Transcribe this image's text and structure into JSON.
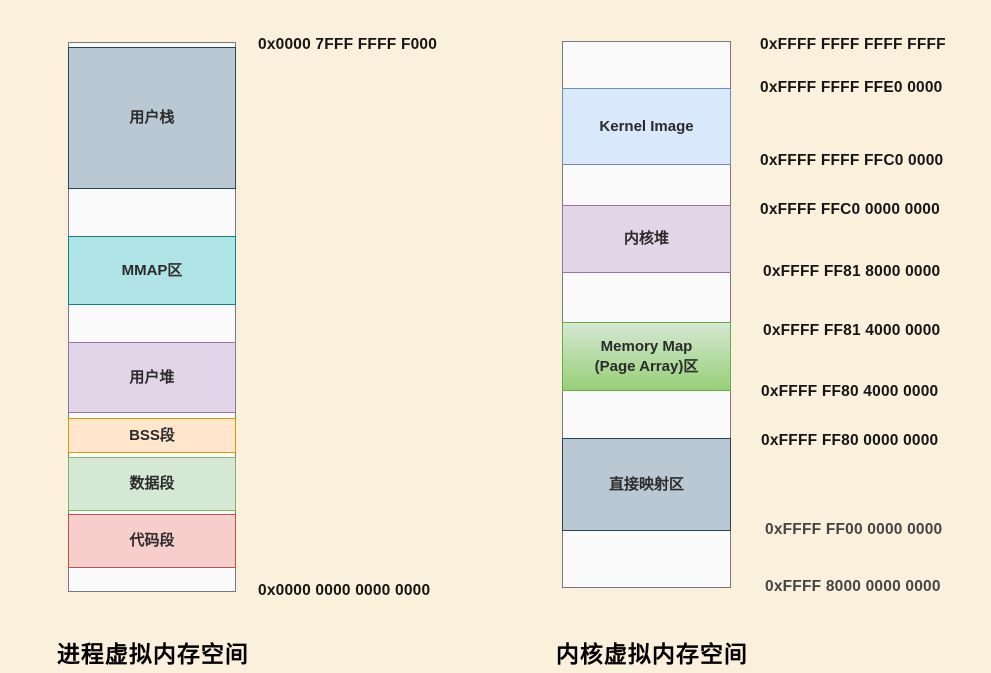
{
  "background_color": "#FBF0DB",
  "columns": {
    "process": {
      "title": "进程虚拟内存空间",
      "top_address": "0x0000 7FFF FFFF F000",
      "bottom_address": "0x0000 0000 0000 0000",
      "segments": [
        {
          "label": "用户栈",
          "fill": "#BAC8D3",
          "border": "#23445D"
        },
        {
          "label": "MMAP区",
          "fill": "#B0E3E6",
          "border": "#0E8088"
        },
        {
          "label": "用户堆",
          "fill": "#E1D5E7",
          "border": "#9673A6"
        },
        {
          "label": "BSS段",
          "fill": "#FFE6CC",
          "border": "#D79B00"
        },
        {
          "label": "数据段",
          "fill": "#D5E8D4",
          "border": "#82B366"
        },
        {
          "label": "代码段",
          "fill": "#F8CECC",
          "border": "#B85450"
        }
      ]
    },
    "kernel": {
      "title": "内核虚拟内存空间",
      "segments": [
        {
          "label": "Kernel Image",
          "fill": "#DAE8FC",
          "border": "#6C8EBF"
        },
        {
          "label": "内核堆",
          "fill": "#E1D5E7",
          "border": "#9673A6"
        },
        {
          "label_lines": [
            "Memory Map",
            "(Page Array)区"
          ],
          "fill_top": "#D5E8D4",
          "fill_bottom": "#97D077",
          "border": "#67AB48"
        },
        {
          "label": "直接映射区",
          "fill": "#BAC8D3",
          "border": "#23445D"
        }
      ],
      "addresses": [
        "0xFFFF FFFF FFFF FFFF",
        "0xFFFF FFFF FFE0 0000",
        "0xFFFF FFFF FFC0 0000",
        "0xFFFF FFC0 0000 0000",
        "0xFFFF FF81 8000 0000",
        "0xFFFF FF81 4000 0000",
        "0xFFFF FF80 4000 0000",
        "0xFFFF FF80 0000 0000",
        "0xFFFF FF00 0000 0000",
        "0xFFFF 8000 0000 0000"
      ]
    }
  }
}
